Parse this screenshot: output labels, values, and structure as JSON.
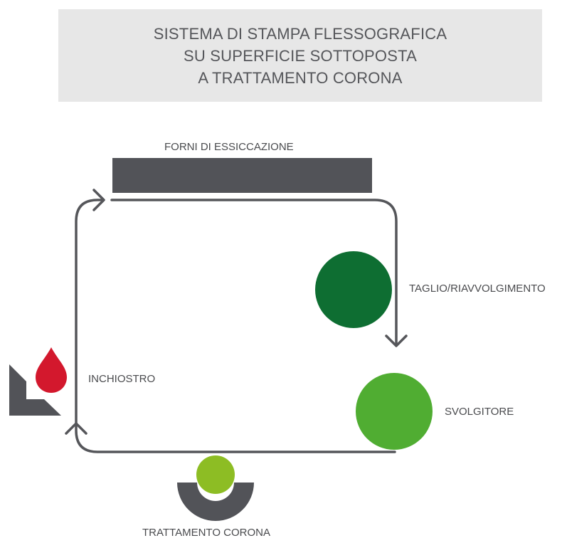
{
  "title": {
    "lines": [
      "SISTEMA DI STAMPA FLESSOGRAFICA",
      "SU SUPERFICIE SOTTOPOSTA",
      "A TRATTAMENTO CORONA"
    ]
  },
  "nodes": {
    "ovens": {
      "label": "FORNI DI ESSICCAZIONE",
      "color": "#525358"
    },
    "rewind": {
      "label": "TAGLIO/RIAVVOLGIMENTO",
      "color": "#0e6e32"
    },
    "unwind": {
      "label": "SVOLGITORE",
      "color": "#50ad32"
    },
    "corona": {
      "label": "TRATTAMENTO CORONA",
      "color": "#8dbd24",
      "base_color": "#525358"
    },
    "ink": {
      "label": "INCHIOSTRO",
      "drop_color": "#d3182d",
      "base_color": "#525358"
    }
  },
  "flow_color": "#55565a"
}
